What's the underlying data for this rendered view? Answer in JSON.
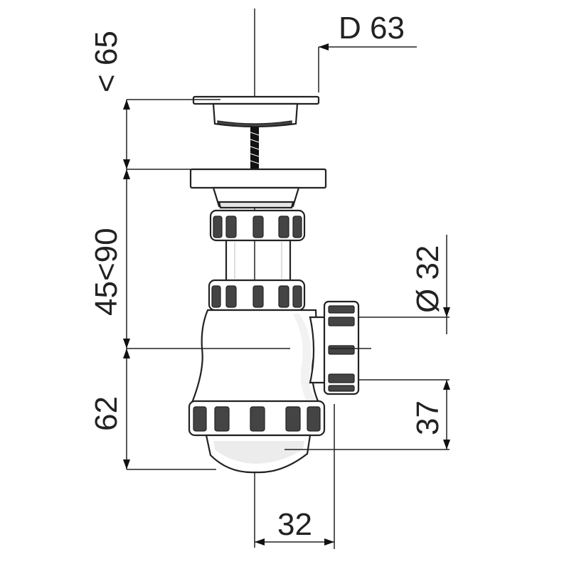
{
  "dimensions": {
    "top_diameter": "D 63",
    "plug_height": "< 65",
    "adjustable_height": "45<90",
    "trap_height": "62",
    "outlet_diameter": "Ø 32",
    "outlet_height": "37",
    "offset": "32"
  }
}
